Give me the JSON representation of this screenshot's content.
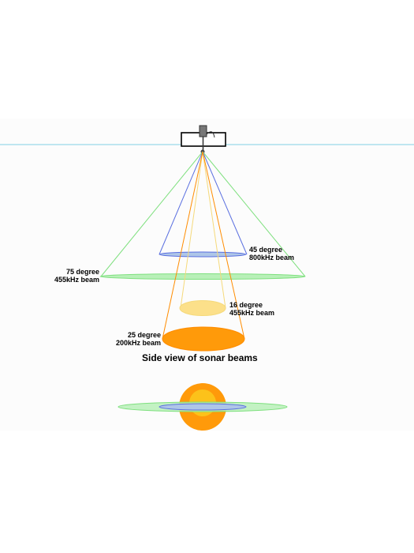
{
  "caption": "Side view of sonar beams",
  "beams": [
    {
      "id": "beam-45",
      "angle_label": "45 degree",
      "freq_label": "800kHz beam",
      "color": "#5a6fe0"
    },
    {
      "id": "beam-75",
      "angle_label": "75 degree",
      "freq_label": "455kHz beam",
      "color": "#7fe07f"
    },
    {
      "id": "beam-16",
      "angle_label": "16 degree",
      "freq_label": "455kHz beam",
      "color": "#f5d97a"
    },
    {
      "id": "beam-25",
      "angle_label": "25 degree",
      "freq_label": "200kHz beam",
      "color": "#ff8c00"
    }
  ],
  "colors": {
    "water_line": "#9ad8e8",
    "transducer": "#555555",
    "beam45_fill": "#aec6e8",
    "beam75_fill": "#b8f0b8",
    "beam16_fill": "#fce08a",
    "beam25_fill": "#ff9a0a"
  }
}
